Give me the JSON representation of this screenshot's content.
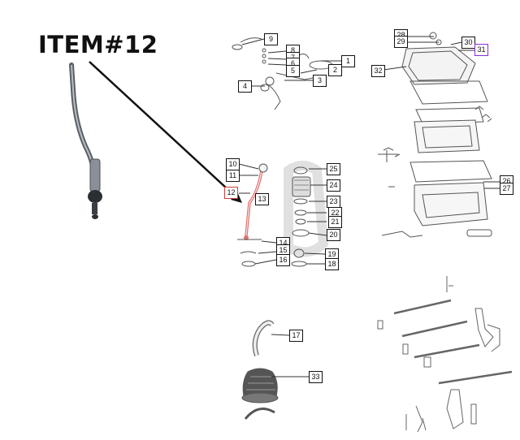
{
  "title": "ITEM#12",
  "highlight": {
    "red": "#d23a3a",
    "purple": "#8a2be2",
    "part_color": "#e07070"
  },
  "labels": [
    {
      "id": "9",
      "text": "9"
    },
    {
      "id": "8",
      "text": "8"
    },
    {
      "id": "7",
      "text": "7"
    },
    {
      "id": "6",
      "text": "6"
    },
    {
      "id": "5",
      "text": "5"
    },
    {
      "id": "1",
      "text": "1"
    },
    {
      "id": "2",
      "text": "2"
    },
    {
      "id": "3",
      "text": "3"
    },
    {
      "id": "4",
      "text": "4"
    },
    {
      "id": "28",
      "text": "28"
    },
    {
      "id": "29",
      "text": "29"
    },
    {
      "id": "30",
      "text": "30"
    },
    {
      "id": "31",
      "text": "31"
    },
    {
      "id": "32",
      "text": "32"
    },
    {
      "id": "10",
      "text": "10"
    },
    {
      "id": "11",
      "text": "11"
    },
    {
      "id": "12",
      "text": "12"
    },
    {
      "id": "13",
      "text": "13"
    },
    {
      "id": "25",
      "text": "25"
    },
    {
      "id": "24",
      "text": "24"
    },
    {
      "id": "23",
      "text": "23"
    },
    {
      "id": "22",
      "text": "22"
    },
    {
      "id": "21",
      "text": "21"
    },
    {
      "id": "20",
      "text": "20"
    },
    {
      "id": "14",
      "text": "14"
    },
    {
      "id": "15",
      "text": "15"
    },
    {
      "id": "16",
      "text": "16"
    },
    {
      "id": "19",
      "text": "19"
    },
    {
      "id": "18",
      "text": "18"
    },
    {
      "id": "26",
      "text": "26"
    },
    {
      "id": "27",
      "text": "27"
    },
    {
      "id": "17",
      "text": "17"
    },
    {
      "id": "33",
      "text": "33"
    }
  ]
}
